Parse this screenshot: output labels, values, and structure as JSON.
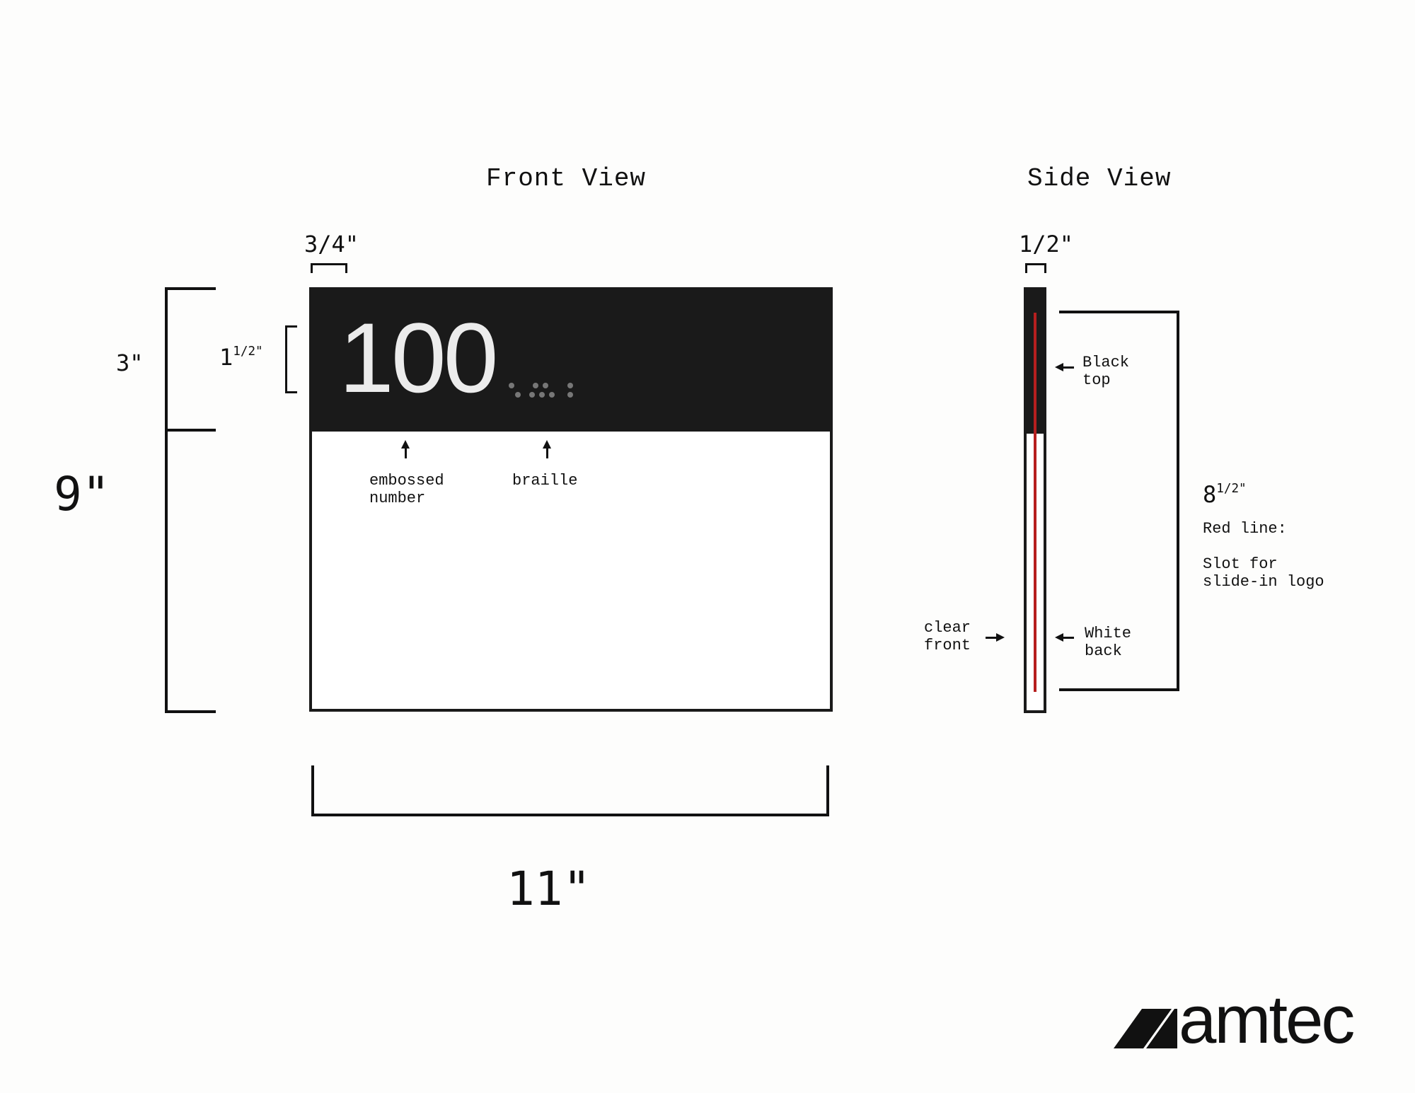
{
  "titles": {
    "front": "Front View",
    "side": "Side View"
  },
  "sign": {
    "number": "100"
  },
  "dimensions": {
    "margin_left": "3/4\"",
    "top_band": "3\"",
    "number_height_whole": "1",
    "number_height_frac": "1/2\"",
    "total_height": "9\"",
    "width": "11\"",
    "depth": "1/2\"",
    "slot_height_whole": "8",
    "slot_height_frac": "1/2\""
  },
  "annotations": {
    "embossed": "embossed\nnumber",
    "braille": "braille",
    "black_top": "Black\ntop",
    "white_back": "White\nback",
    "clear_front": "clear\nfront",
    "red_line": "Red line:",
    "slot": "Slot for\nslide-in logo"
  },
  "colors": {
    "black": "#1a1a1a",
    "red_slot": "#b61f1f",
    "background": "#fdfdfc"
  },
  "logo": {
    "text": "amtec"
  }
}
